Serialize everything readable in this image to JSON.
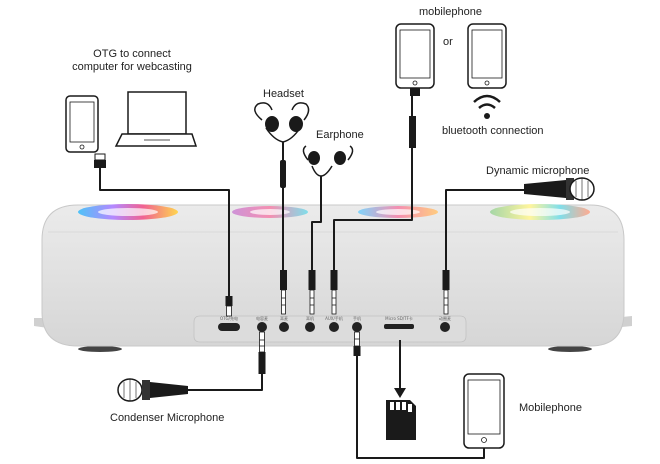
{
  "labels": {
    "otg": "OTG to connect\ncomputer for webcasting",
    "headset": "Headset",
    "earphone": "Earphone",
    "mobilephone_top": "mobilephone",
    "or": "or",
    "bluetooth": "bluetooth connection",
    "dynamic_mic": "Dynamic microphone",
    "condenser_mic": "Condenser Microphone",
    "mobilephone_bottom": "Mobilephone"
  },
  "port_labels": [
    "OTG/充电",
    "电容麦",
    "耳麦",
    "耳机",
    "AUX/手机",
    "手机",
    "Micro SD/TF卡",
    "动圈麦"
  ],
  "colors": {
    "device_body": "#e2e2e2",
    "device_top": "#ececec",
    "cable": "#1a1a1a",
    "plug_metal": "#ffffff"
  }
}
